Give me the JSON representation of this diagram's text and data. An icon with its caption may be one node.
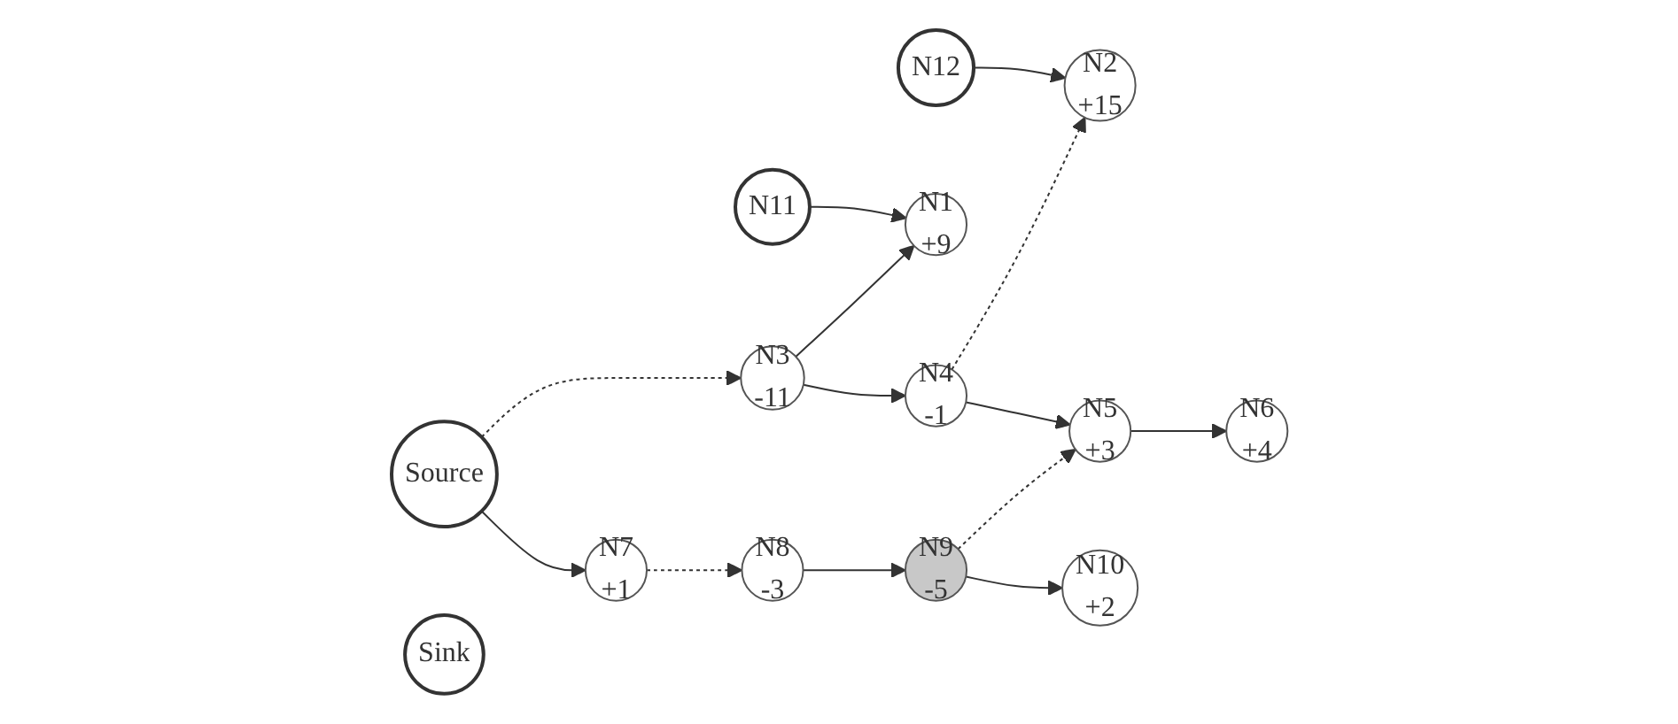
{
  "diagram": {
    "nodes": [
      {
        "text": [
          "Source"
        ]
      },
      {
        "text": [
          "N11"
        ]
      },
      {
        "text": [
          "N12"
        ]
      },
      {
        "text": [
          "N1",
          "+9"
        ]
      },
      {
        "text": [
          "N3",
          "-11"
        ]
      },
      {
        "text": [
          "N2",
          "+15"
        ]
      },
      {
        "text": [
          "N4",
          "-1"
        ]
      },
      {
        "text": [
          "Sink"
        ]
      },
      {
        "text": [
          "N7",
          "+1"
        ]
      },
      {
        "text": [
          "N5",
          "+3"
        ]
      },
      {
        "text": [
          "N6",
          "+4"
        ]
      },
      {
        "text": [
          "N8",
          "-3"
        ]
      },
      {
        "text": [
          "N9",
          "-5"
        ]
      },
      {
        "text": [
          "N10",
          "+2"
        ]
      }
    ],
    "edges": [
      {
        "from": 0,
        "to": 4,
        "arrow": "to",
        "style": "dashed"
      },
      {
        "from": 0,
        "to": 8,
        "arrow": "to"
      },
      {
        "from": 1,
        "to": 3,
        "arrow": "to"
      },
      {
        "from": 4,
        "to": 3,
        "arrow": "to"
      },
      {
        "from": 4,
        "to": 6,
        "arrow": "to"
      },
      {
        "from": 2,
        "to": 5,
        "arrow": "to"
      },
      {
        "from": 6,
        "to": 5,
        "arrow": "to",
        "style": "dashed"
      },
      {
        "from": 6,
        "to": 9,
        "arrow": "to"
      },
      {
        "from": 9,
        "to": 10,
        "arrow": "to"
      },
      {
        "from": 8,
        "to": 11,
        "arrow": "to",
        "style": "dashed"
      },
      {
        "from": 11,
        "to": 12,
        "arrow": "to"
      },
      {
        "from": 12,
        "to": 9,
        "arrow": "to",
        "style": "dashed"
      },
      {
        "from": 12,
        "to": 13,
        "arrow": "to"
      }
    ]
  }
}
